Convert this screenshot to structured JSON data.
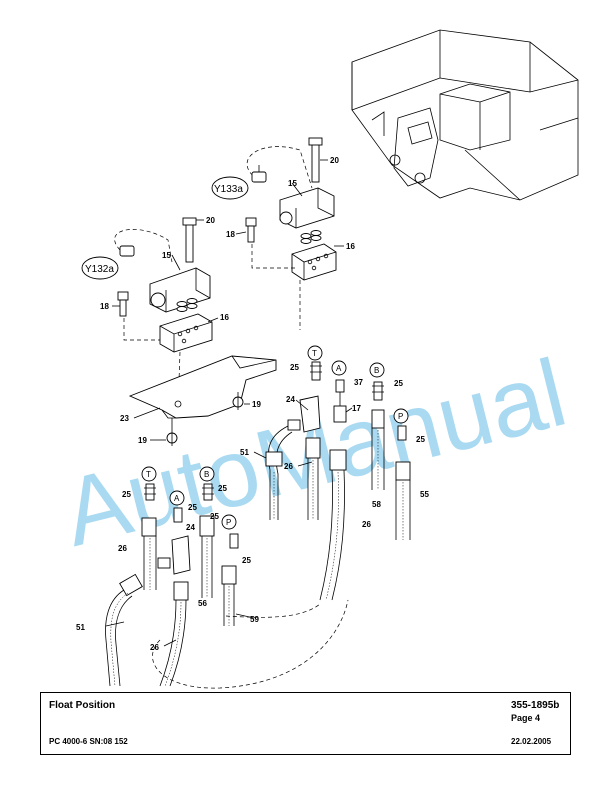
{
  "document": {
    "title": "Float Position",
    "number": "355-1895b",
    "page": "Page 4",
    "model": "PC 4000-6 SN:08 152",
    "date": "22.02.2005"
  },
  "watermark": {
    "text": "AutoManual",
    "color": "#35a8e0"
  },
  "callouts": {
    "c15a": "15",
    "c15b": "15",
    "c16a": "16",
    "c16b": "16",
    "c17": "17",
    "c18a": "18",
    "c18b": "18",
    "c19a": "19",
    "c19b": "19",
    "c20a": "20",
    "c20b": "20",
    "c23": "23",
    "c24a": "24",
    "c24b": "24",
    "c25a": "25",
    "c25b": "25",
    "c25c": "25",
    "c25d": "25",
    "c25e": "25",
    "c25f": "25",
    "c25g": "25",
    "c25h": "25",
    "c26a": "26",
    "c26b": "26",
    "c26c": "26",
    "c26d": "26",
    "c37": "37",
    "c51a": "51",
    "c51b": "51",
    "c55": "55",
    "c56": "56",
    "c58": "58",
    "c59": "59"
  },
  "ports": {
    "t1": "T",
    "a1": "A",
    "b1": "B",
    "p1": "P",
    "t2": "T",
    "a2": "A",
    "b2": "B",
    "p2": "P"
  },
  "valves": {
    "y133a": "Y133a",
    "y132a": "Y132a"
  }
}
